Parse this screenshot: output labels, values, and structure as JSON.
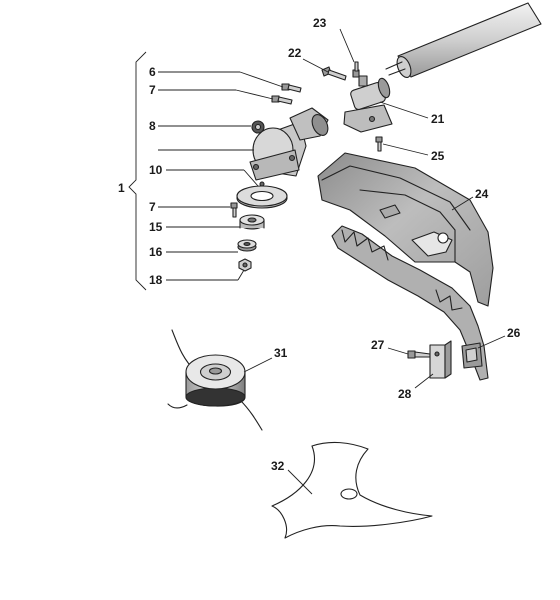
{
  "colors": {
    "line": "#222222",
    "part_fill": "#c8c8c8",
    "part_dark": "#8f8f8f",
    "part_light": "#e6e6e6",
    "background": "#ffffff"
  },
  "group_label": "1",
  "labels": {
    "p6": "6",
    "p7a": "7",
    "p8": "8",
    "p10": "10",
    "p7b": "7",
    "p15": "15",
    "p16": "16",
    "p18": "18",
    "p21": "21",
    "p22": "22",
    "p23": "23",
    "p24": "24",
    "p25": "25",
    "p26": "26",
    "p27": "27",
    "p28": "28",
    "p31": "31",
    "p32": "32"
  }
}
